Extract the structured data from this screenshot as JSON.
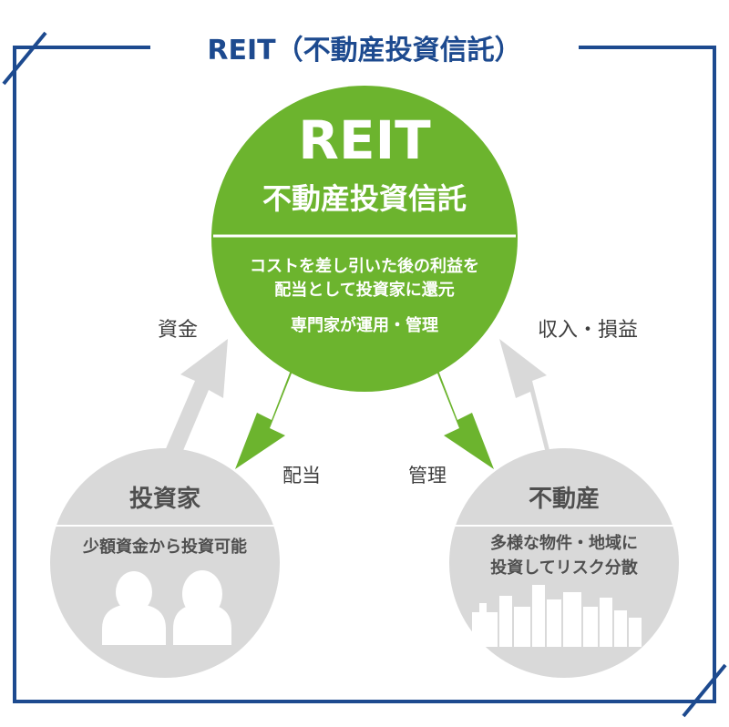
{
  "title": "REIT（不動産投資信託）",
  "center": {
    "heading": "REIT",
    "subheading": "不動産投資信託",
    "desc_line1": "コストを差し引いた後の利益を",
    "desc_line2": "配当として投資家に還元",
    "desc_line3": "専門家が運用・管理"
  },
  "investor": {
    "title": "投資家",
    "desc": "少額資金から投資可能"
  },
  "realestate": {
    "title": "不動産",
    "desc_line1": "多様な物件・地域に",
    "desc_line2": "投資してリスク分散"
  },
  "flows": {
    "funds": "資金",
    "income": "収入・損益",
    "dividend": "配当",
    "management": "管理"
  },
  "colors": {
    "navy": "#1d4a8f",
    "green": "#6cb42e",
    "gray": "#d9d9d9",
    "white": "#ffffff"
  }
}
